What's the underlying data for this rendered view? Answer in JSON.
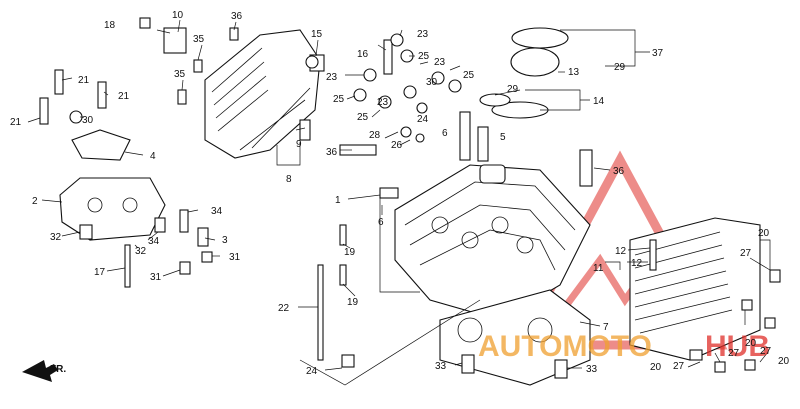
{
  "diagram": {
    "callouts": [
      {
        "id": "c18",
        "text": "18"
      },
      {
        "id": "c10",
        "text": "10"
      },
      {
        "id": "c36a",
        "text": "36"
      },
      {
        "id": "c35a",
        "text": "35"
      },
      {
        "id": "c35b",
        "text": "35"
      },
      {
        "id": "c15",
        "text": "15"
      },
      {
        "id": "c23a",
        "text": "23"
      },
      {
        "id": "c16",
        "text": "16"
      },
      {
        "id": "c25a",
        "text": "25"
      },
      {
        "id": "c23b",
        "text": "23"
      },
      {
        "id": "c23c",
        "text": "23"
      },
      {
        "id": "c30a",
        "text": "30"
      },
      {
        "id": "c25b",
        "text": "25"
      },
      {
        "id": "c23d",
        "text": "23"
      },
      {
        "id": "c25c",
        "text": "25"
      },
      {
        "id": "c25d",
        "text": "25"
      },
      {
        "id": "c24a",
        "text": "24"
      },
      {
        "id": "c29a",
        "text": "29"
      },
      {
        "id": "c28",
        "text": "28"
      },
      {
        "id": "c26",
        "text": "26"
      },
      {
        "id": "c6a",
        "text": "6"
      },
      {
        "id": "c5",
        "text": "5"
      },
      {
        "id": "c36b",
        "text": "36"
      },
      {
        "id": "c9",
        "text": "9"
      },
      {
        "id": "c8",
        "text": "8"
      },
      {
        "id": "c21a",
        "text": "21"
      },
      {
        "id": "c21b",
        "text": "21"
      },
      {
        "id": "c21c",
        "text": "21"
      },
      {
        "id": "c30b",
        "text": "30"
      },
      {
        "id": "c4",
        "text": "4"
      },
      {
        "id": "c2",
        "text": "2"
      },
      {
        "id": "c34a",
        "text": "34"
      },
      {
        "id": "c34b",
        "text": "34"
      },
      {
        "id": "c32a",
        "text": "32"
      },
      {
        "id": "c32b",
        "text": "32"
      },
      {
        "id": "c3",
        "text": "3"
      },
      {
        "id": "c31a",
        "text": "31"
      },
      {
        "id": "c31b",
        "text": "31"
      },
      {
        "id": "c17",
        "text": "17"
      },
      {
        "id": "c1",
        "text": "1"
      },
      {
        "id": "c6b",
        "text": "6"
      },
      {
        "id": "c19a",
        "text": "19"
      },
      {
        "id": "c19b",
        "text": "19"
      },
      {
        "id": "c22",
        "text": "22"
      },
      {
        "id": "c24b",
        "text": "24"
      },
      {
        "id": "c33a",
        "text": "33"
      },
      {
        "id": "c33b",
        "text": "33"
      },
      {
        "id": "c7",
        "text": "7"
      },
      {
        "id": "c37",
        "text": "37"
      },
      {
        "id": "c13",
        "text": "13"
      },
      {
        "id": "c29b",
        "text": "29"
      },
      {
        "id": "c14",
        "text": "14"
      },
      {
        "id": "c36c",
        "text": "36"
      },
      {
        "id": "c12a",
        "text": "12"
      },
      {
        "id": "c12b",
        "text": "12"
      },
      {
        "id": "c11",
        "text": "11"
      },
      {
        "id": "c20a",
        "text": "20"
      },
      {
        "id": "c27a",
        "text": "27"
      },
      {
        "id": "c20b",
        "text": "20"
      },
      {
        "id": "c27b",
        "text": "27"
      },
      {
        "id": "c27c",
        "text": "27"
      },
      {
        "id": "c20c",
        "text": "20"
      },
      {
        "id": "c27d",
        "text": "27"
      },
      {
        "id": "c20d",
        "text": "20"
      }
    ],
    "direction_label": "FR.",
    "watermark": {
      "text_a": "AUTOMOTO",
      "text_b": "HUB",
      "color_orange": "#f0a030",
      "color_red": "#e0302a"
    }
  }
}
